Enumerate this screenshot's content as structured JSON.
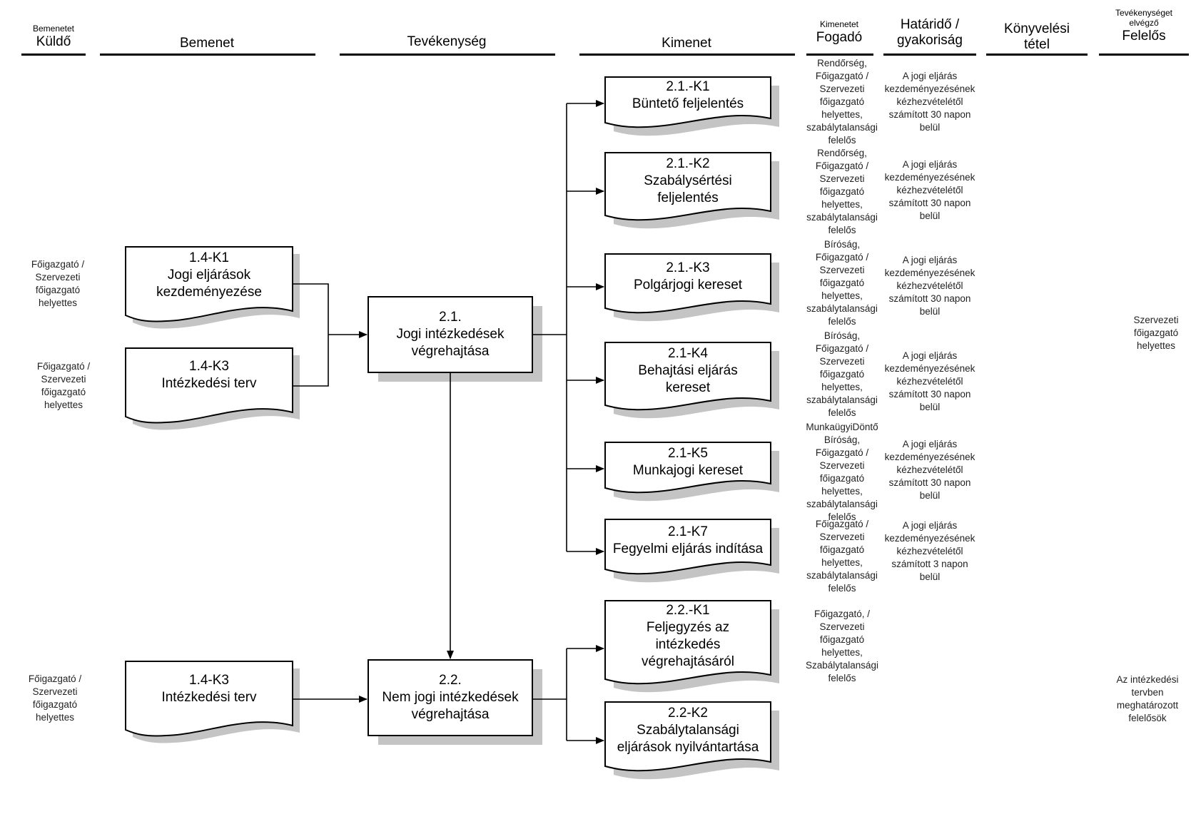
{
  "headers": {
    "sender": {
      "small": "Bemenetet",
      "big": "Küldő"
    },
    "input": "Bemenet",
    "activity": "Tevékenység",
    "output": "Kimenet",
    "receiver": {
      "small": "Kimenetet",
      "big": "Fogadó"
    },
    "deadline": {
      "line1": "Határidő /",
      "line2": "gyakoriság"
    },
    "accounting": {
      "line1": "Könyvelési",
      "line2": "tétel"
    },
    "responsible": {
      "small1": "Tevékenységet",
      "small2": "elvégző",
      "big": "Felelős"
    }
  },
  "inputs": {
    "k1": {
      "code": "1.4-K1",
      "line1": "Jogi eljárások",
      "line2": "kezdeményezése"
    },
    "k3a": {
      "code": "1.4-K3",
      "line1": "Intézkedési terv"
    },
    "k3b": {
      "code": "1.4-K3",
      "line1": "Intézkedési terv"
    }
  },
  "activities": {
    "a21": {
      "code": "2.1.",
      "line1": "Jogi intézkedések",
      "line2": "végrehajtása"
    },
    "a22": {
      "code": "2.2.",
      "line1": "Nem jogi intézkedések",
      "line2": "végrehajtása"
    }
  },
  "outputs": {
    "o1": {
      "code": "2.1.-K1",
      "line1": "Büntető feljelentés"
    },
    "o2": {
      "code": "2.1.-K2",
      "line1": "Szabálysértési",
      "line2": "feljelentés"
    },
    "o3": {
      "code": "2.1.-K3",
      "line1": "Polgárjogi kereset"
    },
    "o4": {
      "code": "2.1-K4",
      "line1": "Behajtási eljárás",
      "line2": "kereset"
    },
    "o5": {
      "code": "2.1-K5",
      "line1": "Munkajogi kereset"
    },
    "o7": {
      "code": "2.1-K7",
      "line1": "Fegyelmi eljárás indítása"
    },
    "o8": {
      "code": "2.2.-K1",
      "line1": "Feljegyzés az",
      "line2": "intézkedés",
      "line3": "végrehajtásáról"
    },
    "o9": {
      "code": "2.2-K2",
      "line1": "Szabálytalansági",
      "line2": "eljárások nyilvántartása"
    }
  },
  "senders": {
    "s1": [
      "Főigazgató /",
      "Szervezeti",
      "főigazgató",
      "helyettes"
    ],
    "s2": [
      "Főigazgató /",
      "Szervezeti",
      "főigazgató",
      "helyettes"
    ],
    "s3": [
      "Főigazgató /",
      "Szervezeti",
      "főigazgató",
      "helyettes"
    ]
  },
  "receivers": {
    "r1": [
      "Rendőrség,",
      "Főigazgató /",
      "Szervezeti",
      "főigazgató",
      "helyettes,",
      "szabálytalansági",
      "felelős"
    ],
    "r2": [
      "Rendőrség,",
      "Főigazgató /",
      "Szervezeti",
      "főigazgató",
      "helyettes,",
      "szabálytalansági",
      "felelős"
    ],
    "r3": [
      "Bíróság,",
      "Főigazgató /",
      "Szervezeti",
      "főigazgató",
      "helyettes,",
      "szabálytalansági",
      "felelős"
    ],
    "r4": [
      "Bíróság,",
      "Főigazgató /",
      "Szervezeti",
      "főigazgató",
      "helyettes,",
      "szabálytalansági",
      "felelős"
    ],
    "r5": [
      "MunkaügyiDöntő",
      "Bíróság,",
      "Főigazgató /",
      "Szervezeti",
      "főigazgató",
      "helyettes,",
      "szabálytalansági",
      "felelős"
    ],
    "r7": [
      "Főigazgató /",
      "Szervezeti",
      "főigazgató",
      "helyettes,",
      "szabálytalansági",
      "felelős"
    ],
    "r8": [
      "Főigazgató, /",
      "Szervezeti",
      "főigazgató",
      "helyettes,",
      "Szabálytalansági",
      "felelős"
    ]
  },
  "deadlines": {
    "d1": [
      "A jogi eljárás",
      "kezdeményezésének",
      "kézhezvételétől",
      "számított 30 napon",
      "belül"
    ],
    "d2": [
      "A jogi eljárás",
      "kezdeményezésének",
      "kézhezvételétől",
      "számított 30 napon",
      "belül"
    ],
    "d3": [
      "A jogi eljárás",
      "kezdeményezésének",
      "kézhezvételétől",
      "számított 30 napon",
      "belül"
    ],
    "d4": [
      "A jogi eljárás",
      "kezdeményezésének",
      "kézhezvételétől",
      "számított 30 napon",
      "belül"
    ],
    "d5": [
      "A jogi eljárás",
      "kezdeményezésének",
      "kézhezvételétől",
      "számított 30 napon",
      "belül"
    ],
    "d7": [
      "A jogi eljárás",
      "kezdeményezésének",
      "kézhezvételétől",
      "számított 3 napon",
      "belül"
    ]
  },
  "responsibles": {
    "f1": [
      "Szervezeti",
      "főigazgató",
      "helyettes"
    ],
    "f2": [
      "Az intézkedési",
      "tervben",
      "meghatározott",
      "felelősök"
    ]
  },
  "colors": {
    "shadow": "#c4c4c4",
    "line": "#000000",
    "text_side": "#222222"
  }
}
